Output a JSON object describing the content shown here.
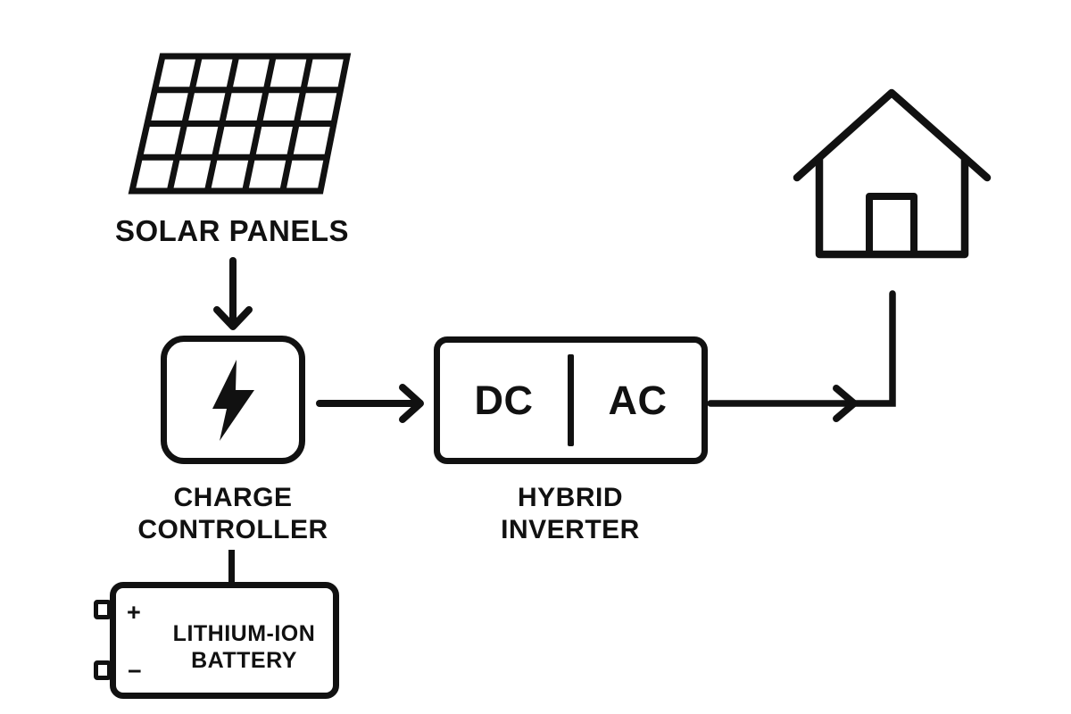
{
  "palette": {
    "background": "#ffffff",
    "ink": "#111111"
  },
  "nodes": {
    "solar_panels": {
      "label": "SOLAR PANELS",
      "icon": "solar-panel-grid-icon"
    },
    "charge_controller": {
      "label": "CHARGE\nCONTROLLER",
      "icon": "lightning-bolt-icon"
    },
    "hybrid_inverter": {
      "label": "HYBRID\nINVERTER",
      "dc_port": "DC",
      "ac_port": "AC"
    },
    "battery": {
      "label": "LITHIUM-ION\nBATTERY",
      "positive_terminal": "+",
      "negative_terminal": "−"
    },
    "home": {
      "icon": "house-icon"
    }
  },
  "connections": [
    {
      "from": "solar-panels",
      "to": "charge-controller",
      "type": "arrow-down"
    },
    {
      "from": "charge-controller",
      "to": "hybrid-inverter",
      "type": "arrow-right"
    },
    {
      "from": "hybrid-inverter",
      "to": "home",
      "type": "arrow-elbow-up"
    },
    {
      "from": "charge-controller",
      "to": "battery",
      "type": "plain-line"
    }
  ]
}
